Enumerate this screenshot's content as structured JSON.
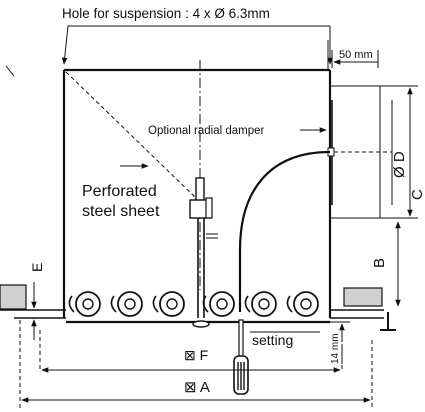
{
  "labels": {
    "suspension": "Hole for suspension : 4 x Ø 6.3mm",
    "dim_50": "50 mm",
    "damper": "Optional radial damper",
    "od": "Ø D",
    "perforated_line1": "Perforated",
    "perforated_line2": "steel sheet",
    "c": "C",
    "b": "B",
    "e": "E",
    "setting": "setting",
    "dim_14": "14 mm",
    "f": "⊠ F",
    "a": "⊠ A"
  }
}
